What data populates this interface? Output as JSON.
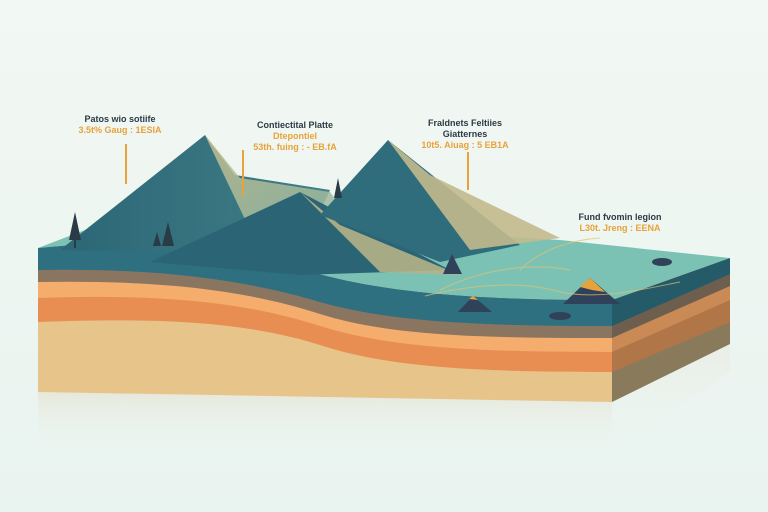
{
  "diagram": {
    "type": "geological-cross-section-illustration",
    "colors": {
      "background": "#eef6f1",
      "surface": "#7cc2b4",
      "mountain_dark": "#2f6c7c",
      "mountain_light": "#b9b486",
      "layer_teal": "#2e6f80",
      "layer_brown": "#8a7560",
      "layer_orange_light": "#f4ad6c",
      "layer_orange": "#e98e52",
      "layer_sand": "#e6c48a",
      "accent": "#e8a23a",
      "label_text": "#2c3a44"
    },
    "labels": [
      {
        "title": "Patos wio sotiife",
        "subtitle": "3.5t% Gaug : 1ESIA"
      },
      {
        "title": "Contiectital Platte",
        "subtitle2": "Dtepontiel",
        "subtitle": "53th. fuing : - EB.fA"
      },
      {
        "title": "Fraldnets Feltiies",
        "title2": "Giatternes",
        "subtitle": "10t5. Aiuag : 5 EB1A"
      },
      {
        "title": "Fund fvomin legion",
        "subtitle": "L30t. Jreng : EENA"
      }
    ]
  }
}
